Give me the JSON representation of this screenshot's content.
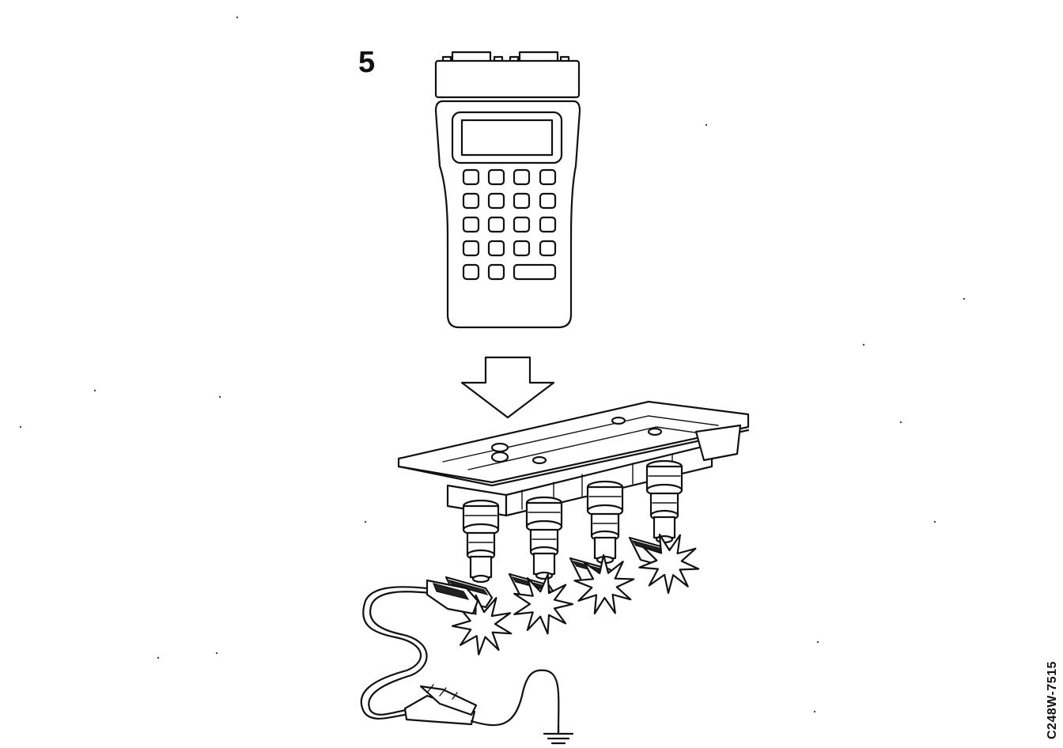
{
  "step_label": "5",
  "figure_code": "C248W-7515",
  "device": {
    "keypad_rows": [
      4,
      4,
      4,
      4,
      3
    ]
  },
  "coil_pack": {
    "coil_count": 4
  },
  "colors": {
    "ink": "#111111",
    "background": "#ffffff"
  },
  "icons": [
    "scan-tool-icon",
    "down-arrow-icon",
    "ignition-coil-pack-icon",
    "spark-icon",
    "ground-symbol-icon",
    "test-lead-clip-icon"
  ]
}
